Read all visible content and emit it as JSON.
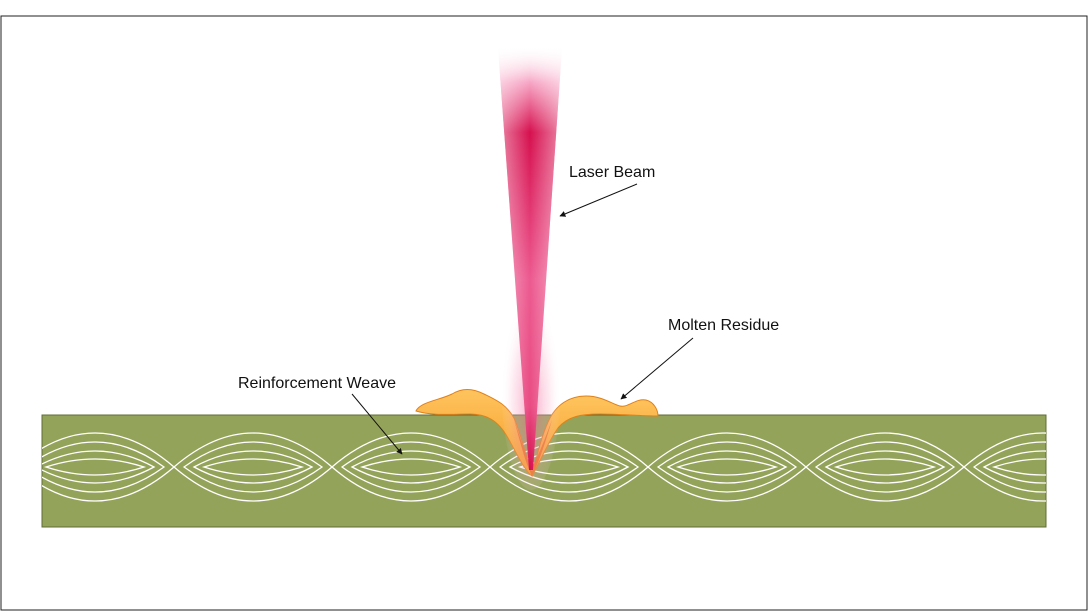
{
  "labels": {
    "laser_beam": "Laser Beam",
    "molten_residue": "Molten Residue",
    "reinforcement_weave": "Reinforcement Weave"
  },
  "colors": {
    "background": "#ffffff",
    "frame_border": "#222222",
    "substrate_fill": "#94a35a",
    "substrate_stroke": "#5f6c34",
    "weave_line": "#ffffff",
    "beam_core": "#d6104f",
    "beam_glow": "#f7a8c6",
    "residue_fill": "#f7a93a",
    "residue_stroke": "#e0801a",
    "cut_core": "#e8701f",
    "leader_line": "#111111"
  }
}
